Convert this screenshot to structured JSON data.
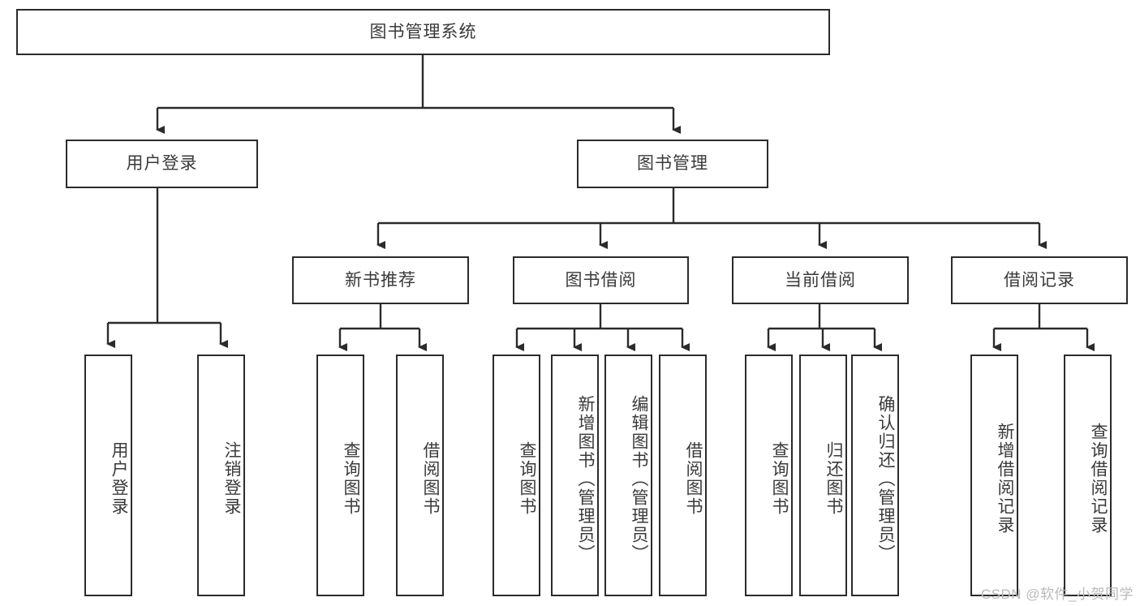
{
  "diagram": {
    "type": "tree-hierarchy",
    "title_node": {
      "id": "root",
      "label": "图书管理系统"
    },
    "level2": [
      {
        "id": "user-login",
        "label": "用户登录"
      },
      {
        "id": "book-manage",
        "label": "图书管理"
      }
    ],
    "level3": [
      {
        "id": "new-book-recommend",
        "label": "新书推荐",
        "parent": "book-manage"
      },
      {
        "id": "book-borrow",
        "label": "图书借阅",
        "parent": "book-manage"
      },
      {
        "id": "current-borrow",
        "label": "当前借阅",
        "parent": "book-manage"
      },
      {
        "id": "borrow-record",
        "label": "借阅记录",
        "parent": "book-manage"
      }
    ],
    "leaves": [
      {
        "id": "leaf-user-login",
        "label": "用户登录",
        "parent": "user-login"
      },
      {
        "id": "leaf-logout-login",
        "label": "注销登录",
        "parent": "user-login"
      },
      {
        "id": "leaf-query-book-1",
        "label": "查询图书",
        "parent": "new-book-recommend"
      },
      {
        "id": "leaf-borrow-book-1",
        "label": "借阅图书",
        "parent": "new-book-recommend"
      },
      {
        "id": "leaf-query-book-2",
        "label": "查询图书",
        "parent": "book-borrow"
      },
      {
        "id": "leaf-add-book",
        "label": "新增图书（管理员）",
        "parent": "book-borrow"
      },
      {
        "id": "leaf-edit-book",
        "label": "编辑图书（管理员）",
        "parent": "book-borrow"
      },
      {
        "id": "leaf-borrow-book-2",
        "label": "借阅图书",
        "parent": "book-borrow"
      },
      {
        "id": "leaf-query-book-3",
        "label": "查询图书",
        "parent": "current-borrow"
      },
      {
        "id": "leaf-return-book",
        "label": "归还图书",
        "parent": "current-borrow"
      },
      {
        "id": "leaf-confirm-return",
        "label": "确认归还（管理员）",
        "parent": "current-borrow"
      },
      {
        "id": "leaf-add-record",
        "label": "新增借阅记录",
        "parent": "borrow-record"
      },
      {
        "id": "leaf-query-record",
        "label": "查询借阅记录",
        "parent": "borrow-record"
      }
    ],
    "colors": {
      "stroke": "#2b2b2b",
      "text": "#3a3a3a",
      "background": "#ffffff",
      "watermark": "#b9b9b9"
    }
  },
  "watermark": {
    "text": "CSDN @软件_小贺同学"
  }
}
